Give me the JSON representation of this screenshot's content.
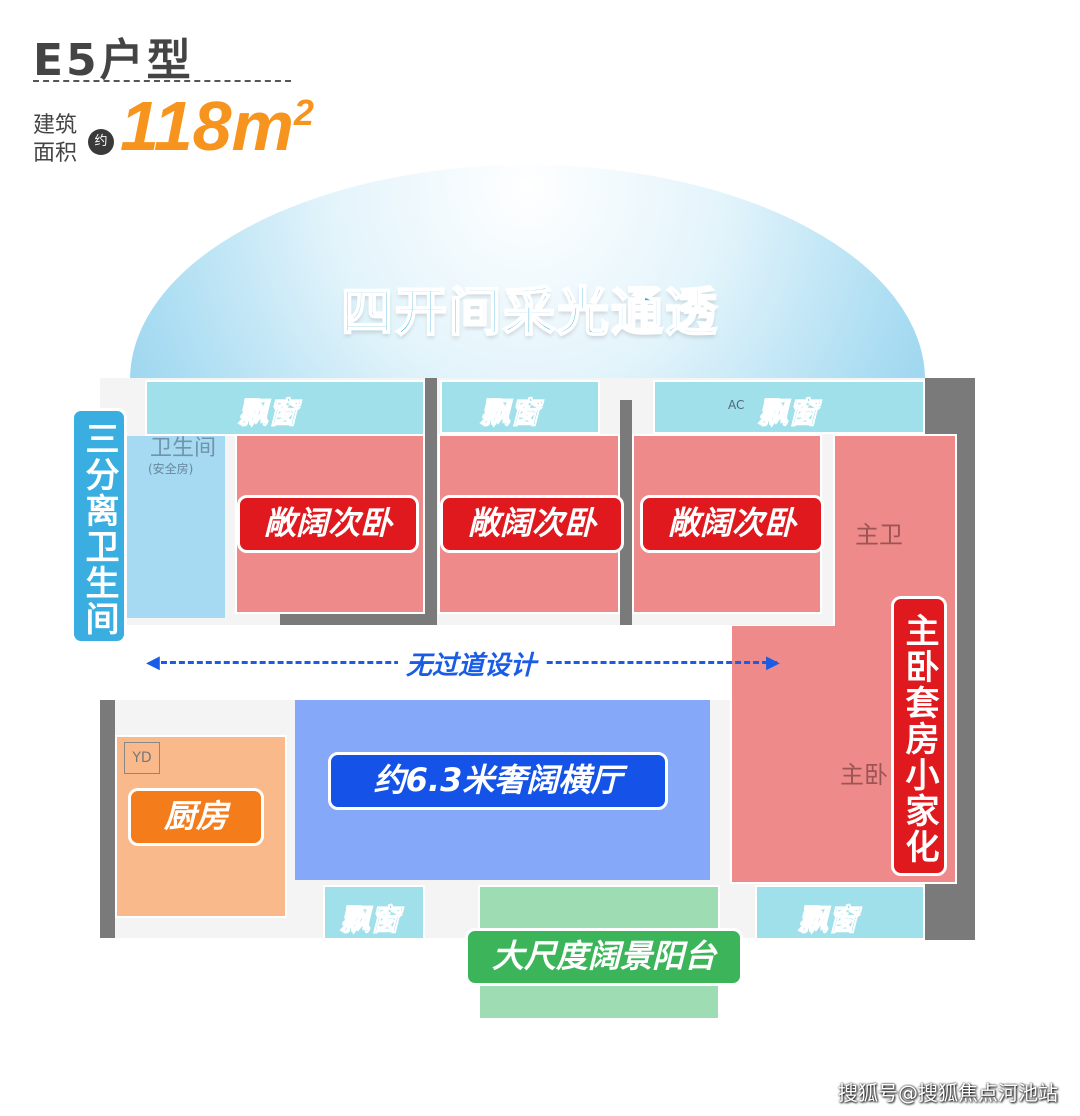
{
  "header": {
    "title": "E5户型",
    "area_label": "建筑面积",
    "approx_badge": "约",
    "area_value": "118m",
    "area_unit_sup": "2"
  },
  "dome": {
    "title": "四开间采光通透"
  },
  "plan": {
    "bay_window": "飘窗",
    "bathroom_label": "三分离卫生间",
    "bedroom_label": "敞阔次卧",
    "master_label": "主卧套房小家化",
    "corridor_label": "无过道设计",
    "living_label": "约6.3米奢阔横厅",
    "kitchen_label": "厨房",
    "balcony_label": "大尺度阔景阳台",
    "underlay": {
      "bath": "卫生间",
      "bath_note": "(安全房)",
      "master_bath": "主卫",
      "master_bed": "主卧",
      "yd": "YD",
      "ac": "AC"
    }
  },
  "colors": {
    "orange": "#f7941d",
    "bedroom": "#ef8a8a",
    "label_red": "#e0191e",
    "living": "#86a8f8",
    "label_blue": "#1452e8",
    "kitchen": "#f9b98a",
    "label_orange": "#f47c1a",
    "balcony": "#9edcb4",
    "label_green": "#3cb55a",
    "window": "#9fe0ea",
    "bath_blue": "#3aaee0"
  },
  "watermark": "搜狐号@搜狐焦点河池站"
}
